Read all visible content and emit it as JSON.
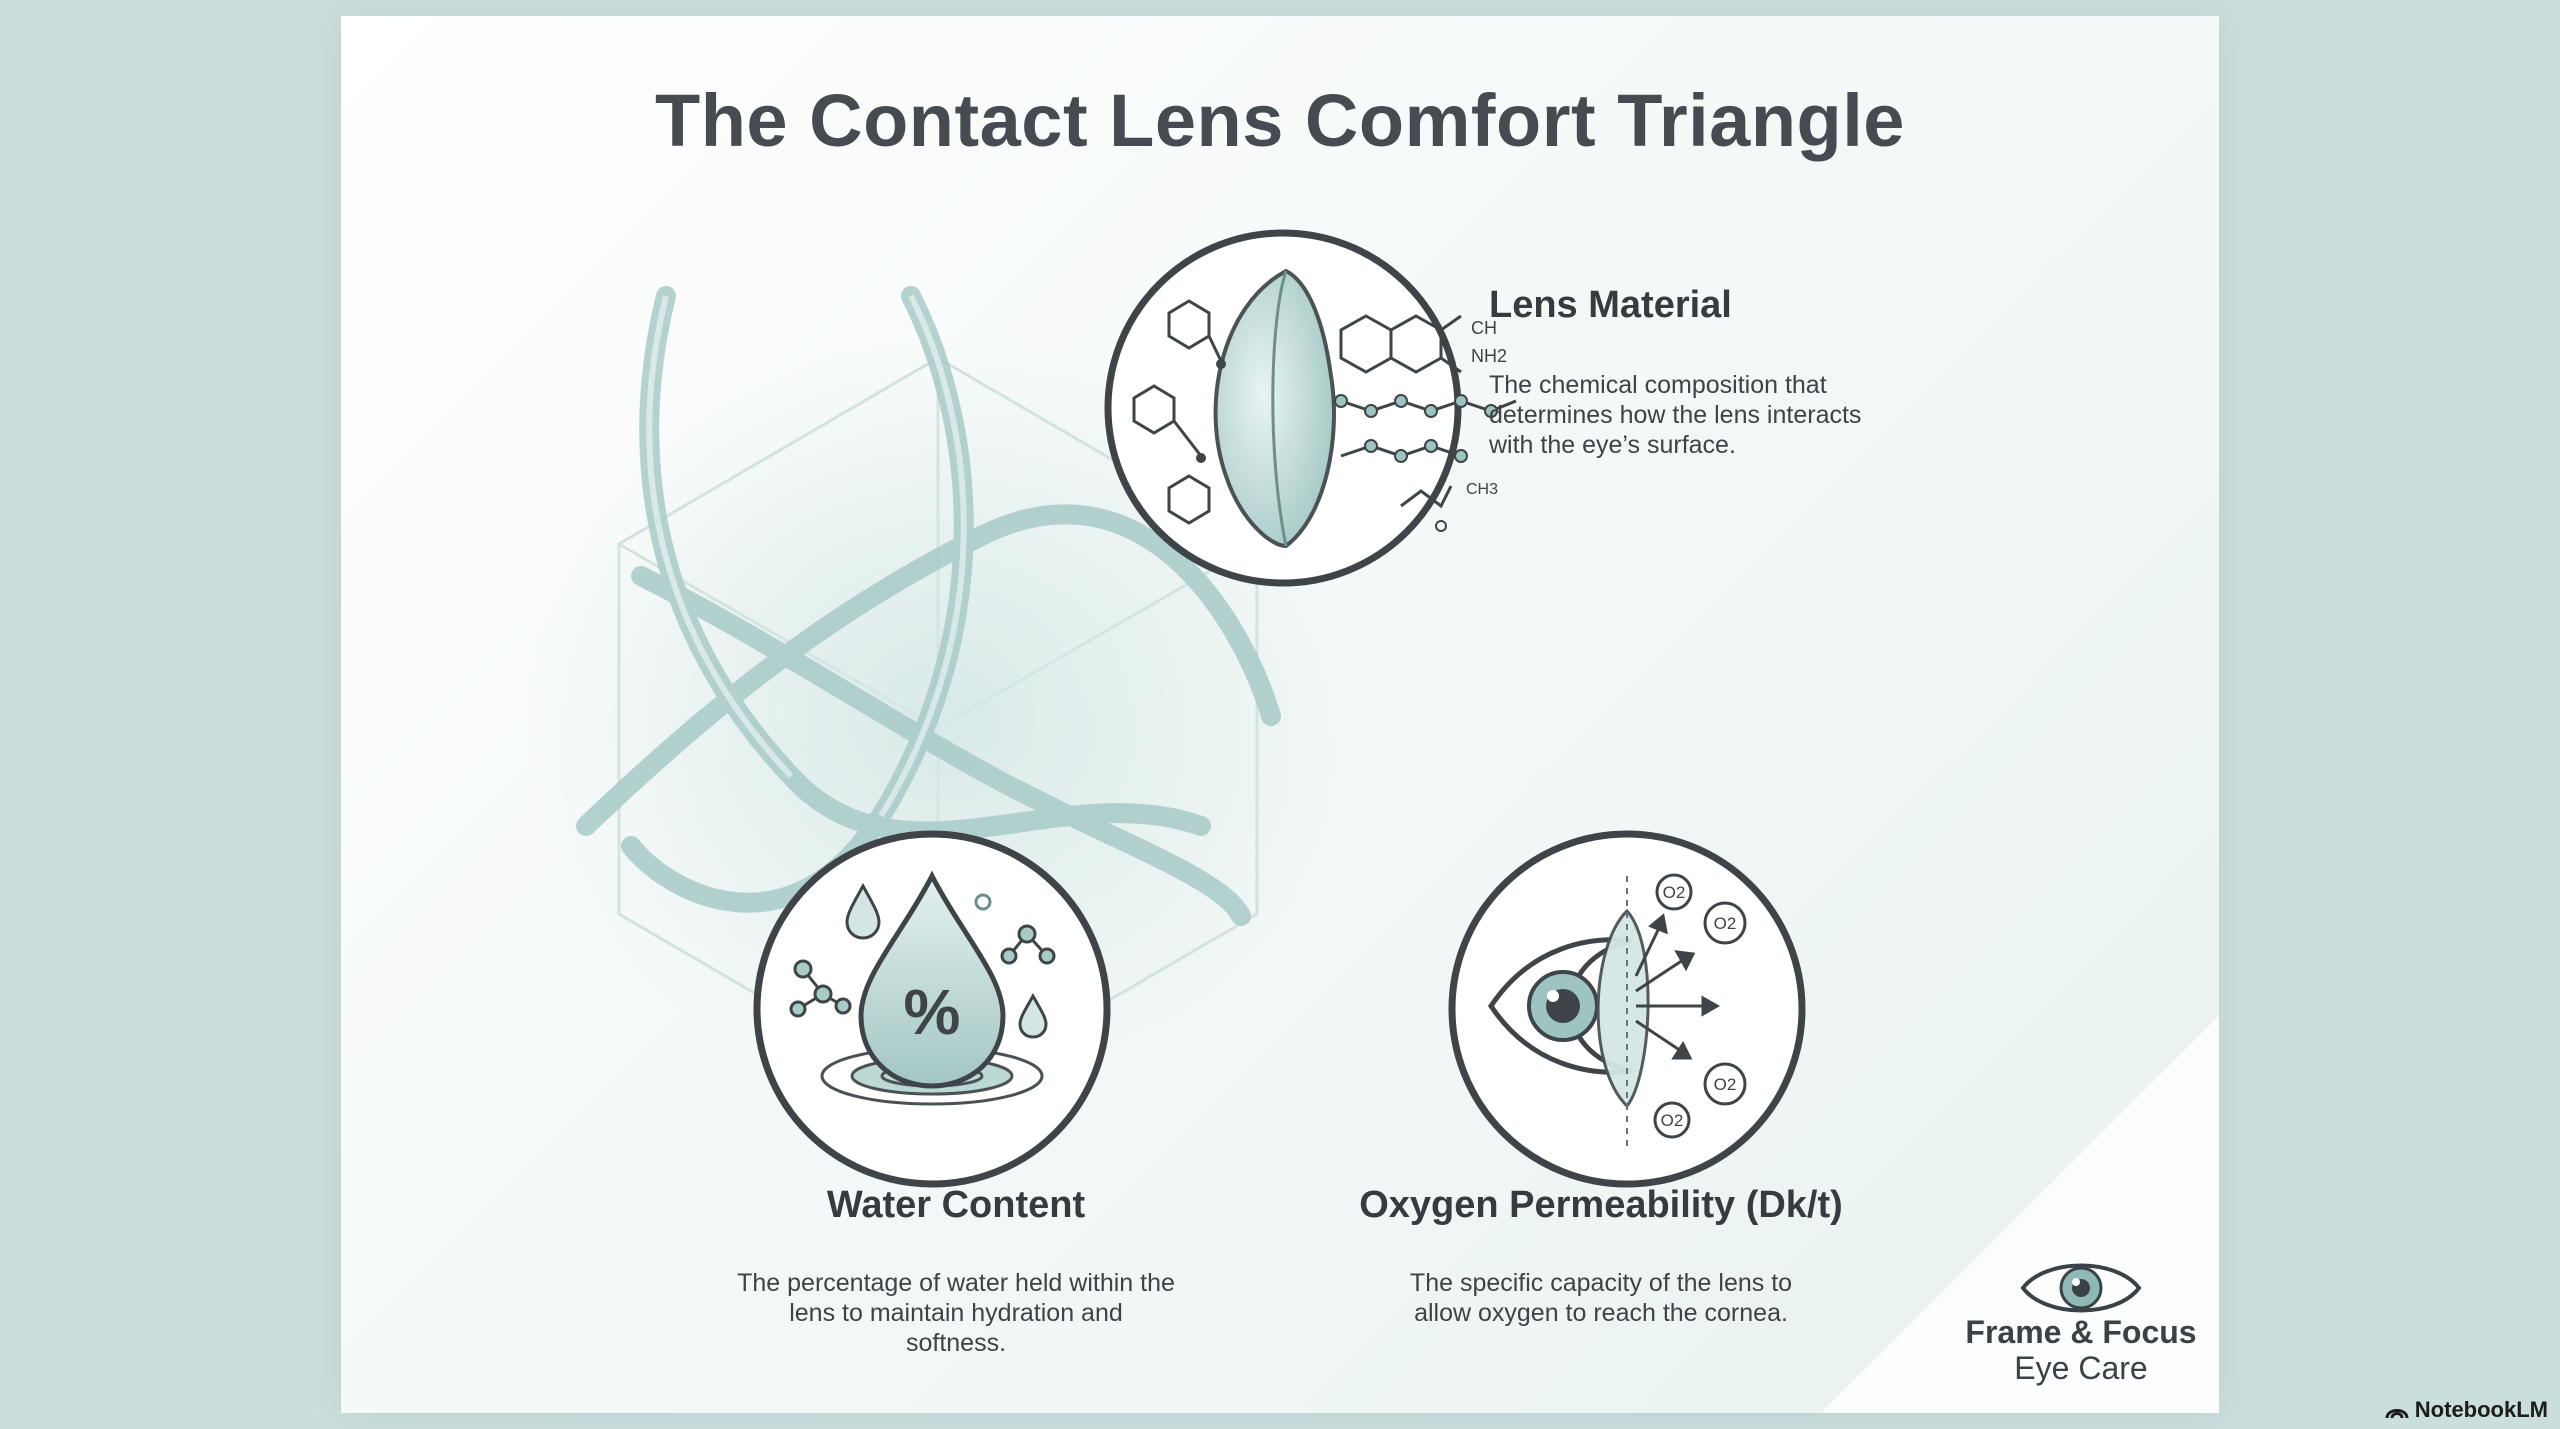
{
  "title": "The Contact Lens Comfort Triangle",
  "nodes": {
    "material": {
      "label": "Lens Material",
      "description": "The chemical composition that determines how the lens interacts with the eye’s surface.",
      "chem_labels": [
        "CH",
        "NH2",
        "CH3"
      ]
    },
    "water": {
      "label": "Water Content",
      "description": "The percentage of water held within the lens to maintain hydration and softness.",
      "symbol": "%"
    },
    "oxygen": {
      "label": "Oxygen Permeability (Dk/t)",
      "description": "The specific capacity of the lens to allow oxygen to reach the cornea.",
      "molecule_label": "O2"
    }
  },
  "brand": {
    "line1": "Frame & Focus",
    "line2": "Eye Care",
    "icon": "eye-logo-icon"
  },
  "watermark": {
    "text": "NotebookLM",
    "icon": "notebooklm-icon"
  },
  "colors": {
    "page_bg": "#c9dedd",
    "ring": "#3e4448",
    "band": "#b5d1cf",
    "accent": "#8fb9b6",
    "text": "#353b3f"
  }
}
